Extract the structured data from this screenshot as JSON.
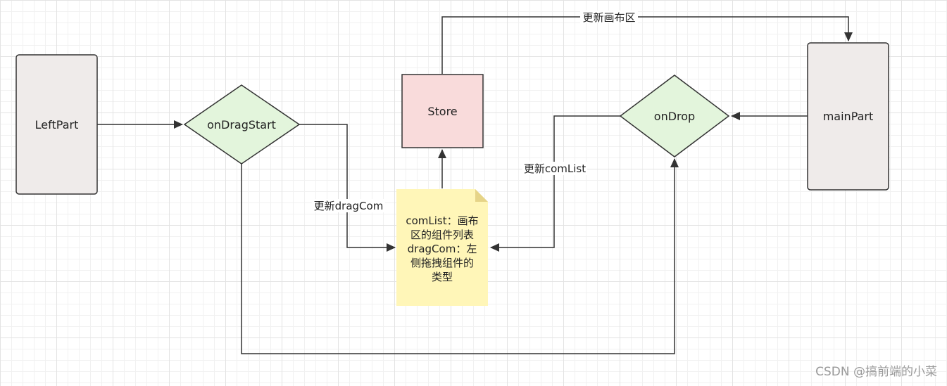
{
  "nodes": {
    "left_part": "LeftPart",
    "on_drag_start": "onDragStart",
    "store": "Store",
    "on_drop": "onDrop",
    "main_part": "mainPart"
  },
  "note": {
    "lines": [
      "comList：画布",
      "区的组件列表",
      "dragCom：左",
      "侧拖拽组件的",
      "类型"
    ]
  },
  "edges": {
    "update_canvas": "更新画布区",
    "update_drag_com": "更新dragCom",
    "update_com_list": "更新comList"
  },
  "watermark": "CSDN @搞前端的小菜",
  "colors": {
    "grey_box": "#efebea",
    "green_diamond": "#e3f5dc",
    "store_box": "#f9dbdb",
    "note_fill": "#fff6b8",
    "note_fold": "#e6d488",
    "stroke": "#333333"
  }
}
